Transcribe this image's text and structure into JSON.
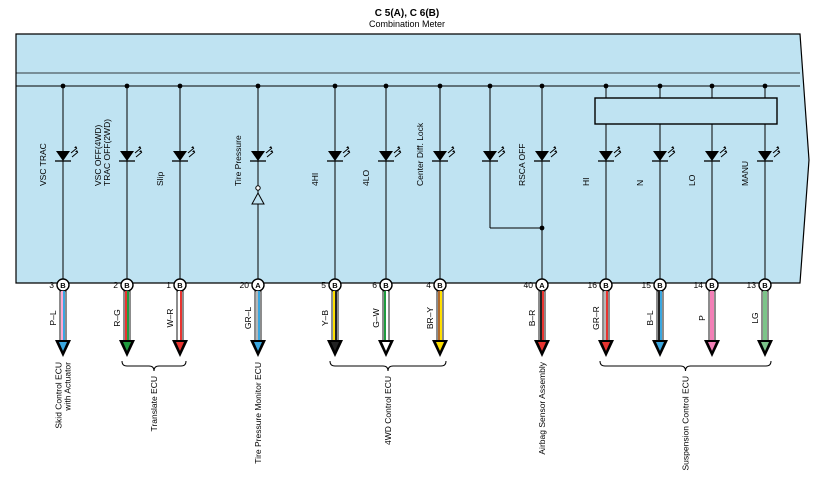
{
  "header": {
    "title": "C 5(A), C 6(B)",
    "subtitle": "Combination Meter"
  },
  "colors": {
    "panel": "#bfe3f2",
    "line": "#000000"
  },
  "channels": [
    {
      "lamp_lines": [
        "VSC TRAC"
      ],
      "pin": "3",
      "connector": "B",
      "wire": "P–L",
      "wire_colors": [
        "#ffa9d6",
        "#3aa7e0"
      ]
    },
    {
      "lamp_lines": [
        "VSC OFF(4WD)",
        "TRAC OFF(2WD)"
      ],
      "pin": "2",
      "connector": "B",
      "wire": "R–G",
      "wire_colors": [
        "#e8332f",
        "#1e9b3e"
      ]
    },
    {
      "lamp_lines": [
        "Slip"
      ],
      "pin": "1",
      "connector": "B",
      "wire": "W–R",
      "wire_colors": [
        "#ffffff",
        "#e8332f"
      ]
    },
    {
      "lamp_lines": [
        "Tire Pressure"
      ],
      "pin": "20",
      "connector": "A",
      "wire": "GR–L",
      "wire_colors": [
        "#b7b7b7",
        "#3aa7e0"
      ]
    },
    {
      "lamp_lines": [
        "4HI"
      ],
      "pin": "5",
      "connector": "B",
      "wire": "Y–B",
      "wire_colors": [
        "#ffe000",
        "#222222"
      ]
    },
    {
      "lamp_lines": [
        "4LO"
      ],
      "pin": "6",
      "connector": "B",
      "wire": "G–W",
      "wire_colors": [
        "#1e9b3e",
        "#ffffff"
      ]
    },
    {
      "lamp_lines": [
        "Center Diff. Lock"
      ],
      "pin": "4",
      "connector": "B",
      "wire": "BR–Y",
      "wire_colors": [
        "#b06a2c",
        "#ffe000"
      ]
    },
    {
      "lamp_lines": [
        "RSCA OFF"
      ],
      "pin": "40",
      "connector": "A",
      "wire": "B–R",
      "wire_colors": [
        "#222222",
        "#e8332f"
      ]
    },
    {
      "lamp_lines": [
        "HI"
      ],
      "pin": "16",
      "connector": "B",
      "wire": "GR–R",
      "wire_colors": [
        "#b7b7b7",
        "#e8332f"
      ]
    },
    {
      "lamp_lines": [
        "N"
      ],
      "pin": "15",
      "connector": "B",
      "wire": "B–L",
      "wire_colors": [
        "#222222",
        "#3aa7e0"
      ]
    },
    {
      "lamp_lines": [
        "LO"
      ],
      "pin": "14",
      "connector": "B",
      "wire": "P",
      "wire_colors": [
        "#f27fb6"
      ]
    },
    {
      "lamp_lines": [
        "MANU"
      ],
      "pin": "13",
      "connector": "B",
      "wire": "LG",
      "wire_colors": [
        "#7cc389"
      ]
    }
  ],
  "destinations": [
    {
      "lines": [
        "Skid Control ECU",
        "with Actuator"
      ]
    },
    {
      "lines": [
        "Translate ECU"
      ]
    },
    {
      "lines": [
        "Tire Pressure Monitor ECU"
      ]
    },
    {
      "lines": [
        "4WD Control ECU"
      ]
    },
    {
      "lines": [
        "Airbag Sensor Assembly"
      ]
    },
    {
      "lines": [
        "Suspension Control ECU"
      ]
    }
  ]
}
